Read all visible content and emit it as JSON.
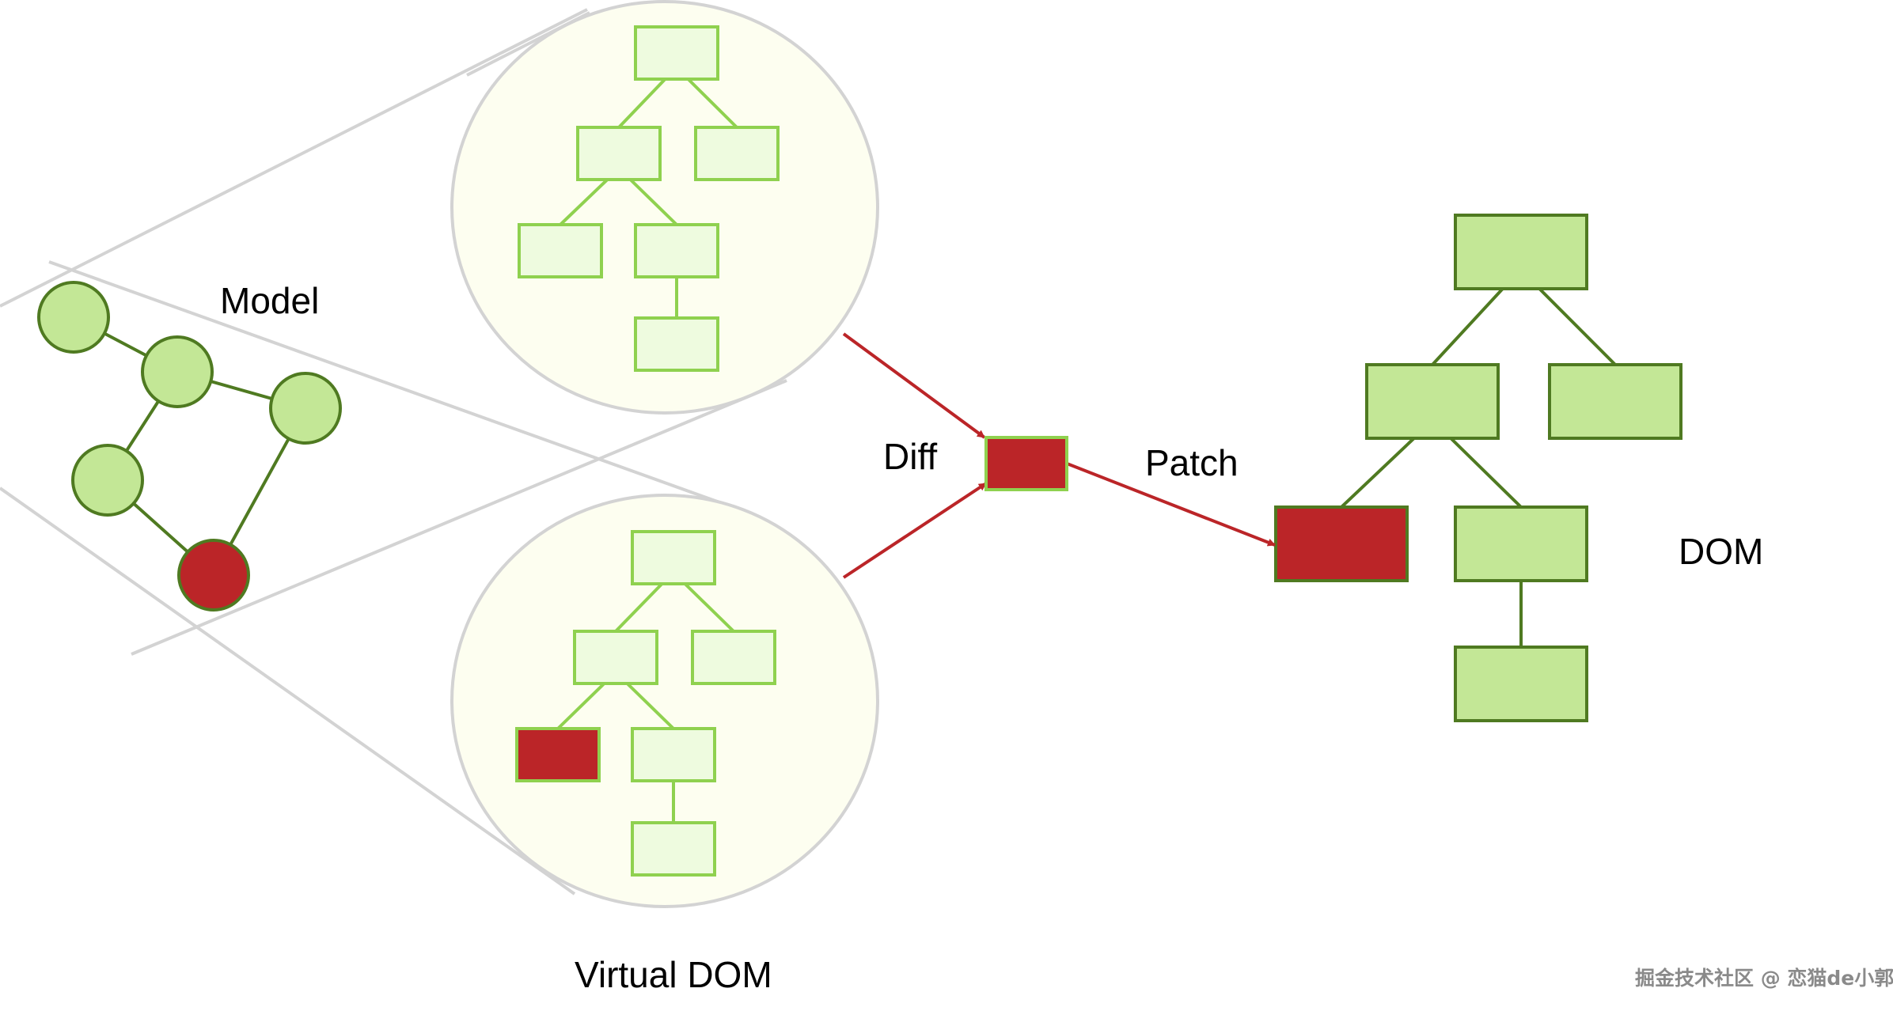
{
  "labels": {
    "model": "Model",
    "virtual_dom": "Virtual DOM",
    "diff": "Diff",
    "patch": "Patch",
    "dom": "DOM"
  },
  "watermark": "掘金技术社区 @ 恋猫de小郭",
  "colors": {
    "node_fill": "#c3e796",
    "node_stroke": "#4f7a21",
    "vnode_fill": "#eefbdf",
    "vnode_stroke": "#8fd14f",
    "changed_fill": "#bb2528",
    "bubble_fill": "#fdfef0",
    "bubble_stroke": "#d3d3d3",
    "arrow": "#bb2528",
    "guide_line": "#d3d3d3"
  },
  "model_graph": {
    "nodes": [
      {
        "id": "m1",
        "changed": false
      },
      {
        "id": "m2",
        "changed": false
      },
      {
        "id": "m3",
        "changed": false
      },
      {
        "id": "m4",
        "changed": false
      },
      {
        "id": "m5",
        "changed": true
      }
    ],
    "edges": [
      [
        "m1",
        "m2"
      ],
      [
        "m2",
        "m3"
      ],
      [
        "m2",
        "m4"
      ],
      [
        "m4",
        "m5"
      ],
      [
        "m3",
        "m5"
      ]
    ]
  },
  "old_vdom_tree": {
    "nodes": [
      {
        "id": "root",
        "parent": null,
        "changed": false
      },
      {
        "id": "a",
        "parent": "root",
        "changed": false
      },
      {
        "id": "b",
        "parent": "root",
        "changed": false
      },
      {
        "id": "a1",
        "parent": "a",
        "changed": false
      },
      {
        "id": "a2",
        "parent": "a",
        "changed": false
      },
      {
        "id": "a2x",
        "parent": "a2",
        "changed": false
      }
    ]
  },
  "new_vdom_tree": {
    "nodes": [
      {
        "id": "root",
        "parent": null,
        "changed": false
      },
      {
        "id": "a",
        "parent": "root",
        "changed": false
      },
      {
        "id": "b",
        "parent": "root",
        "changed": false
      },
      {
        "id": "a1",
        "parent": "a",
        "changed": true
      },
      {
        "id": "a2",
        "parent": "a",
        "changed": false
      },
      {
        "id": "a2x",
        "parent": "a2",
        "changed": false
      }
    ]
  },
  "dom_tree": {
    "nodes": [
      {
        "id": "root",
        "parent": null,
        "changed": false
      },
      {
        "id": "a",
        "parent": "root",
        "changed": false
      },
      {
        "id": "b",
        "parent": "root",
        "changed": false
      },
      {
        "id": "a1",
        "parent": "a",
        "changed": true
      },
      {
        "id": "a2",
        "parent": "a",
        "changed": false
      },
      {
        "id": "a2x",
        "parent": "a2",
        "changed": false
      }
    ]
  },
  "flow": [
    {
      "from": "old_vdom_tree",
      "to": "diff_result",
      "label": "Diff"
    },
    {
      "from": "new_vdom_tree",
      "to": "diff_result",
      "label": "Diff"
    },
    {
      "from": "diff_result",
      "to": "dom_tree.a1",
      "label": "Patch"
    }
  ]
}
